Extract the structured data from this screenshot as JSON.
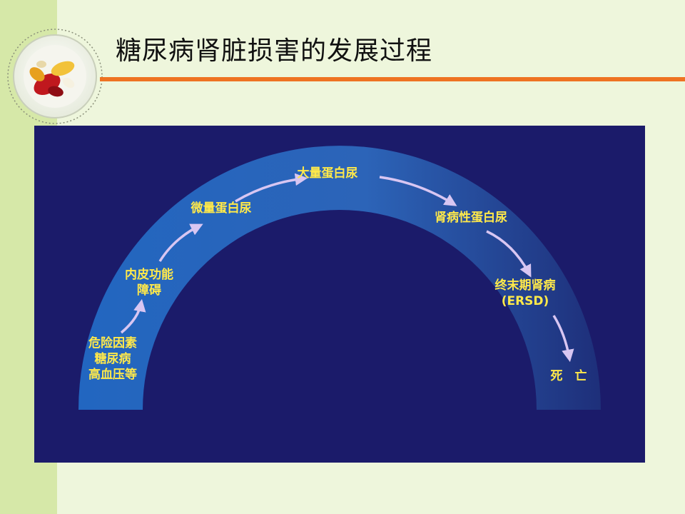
{
  "slide": {
    "title": "糖尿病肾脏损害的发展过程"
  },
  "colors": {
    "accent_rule": "#ee7322",
    "panel_background": "#1b1b6a",
    "arc_band": "#2f72c8",
    "stage_text": "#ffe94a",
    "arrow": "#d8c6f2"
  },
  "diagram": {
    "stages": [
      {
        "lines": [
          "危险因素",
          "糖尿病",
          "高血压等"
        ]
      },
      {
        "lines": [
          "内皮功能",
          "障碍"
        ]
      },
      {
        "lines": [
          "微量蛋白尿"
        ]
      },
      {
        "lines": [
          "大量蛋白尿"
        ]
      },
      {
        "lines": [
          "肾病性蛋白尿"
        ]
      },
      {
        "lines": [
          "终末期肾病",
          "(ERSD)"
        ]
      },
      {
        "lines": [
          "死　亡"
        ]
      }
    ]
  }
}
